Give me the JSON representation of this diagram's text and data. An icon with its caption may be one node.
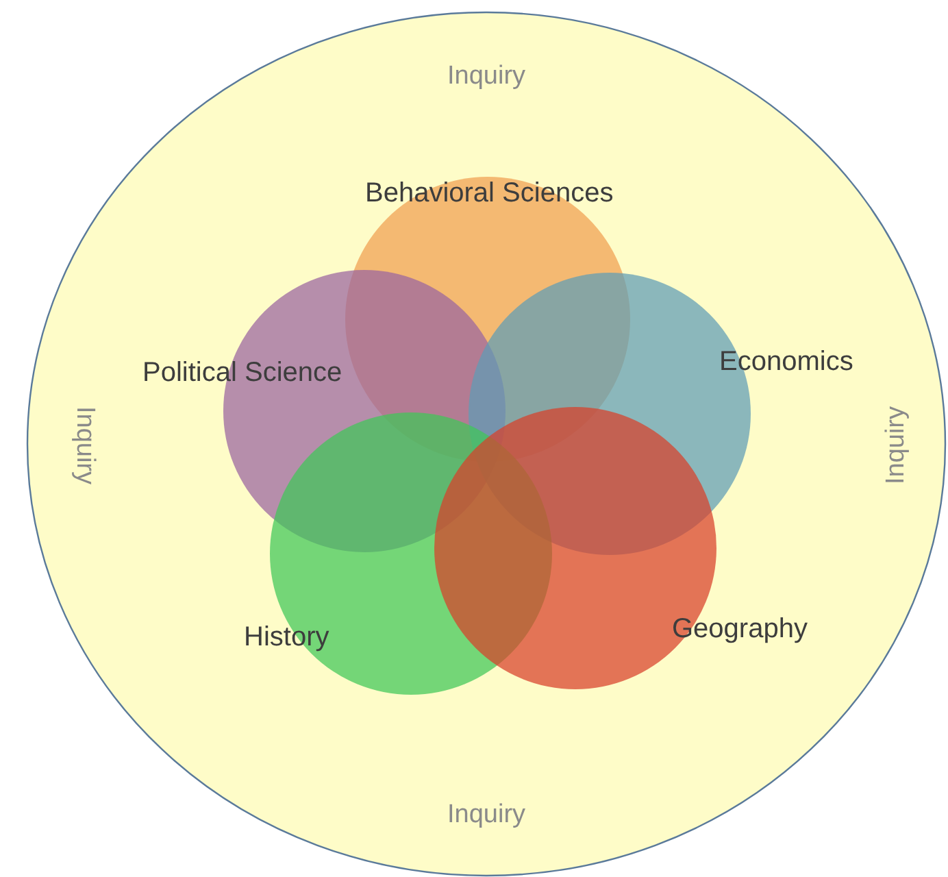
{
  "diagram": {
    "nodes": [
      {
        "text": [
          "Inquiry",
          "Inquiry",
          "Inquiry",
          "Inquiry"
        ]
      },
      {
        "text": [
          "Behavioral Sciences"
        ],
        "in": 0
      },
      {
        "text": [
          "Political Science"
        ],
        "in": 0
      },
      {
        "text": [
          "Economics"
        ],
        "in": 0
      },
      {
        "text": [
          "History"
        ],
        "in": 0
      },
      {
        "text": [
          "Geography"
        ],
        "in": 0
      }
    ]
  }
}
